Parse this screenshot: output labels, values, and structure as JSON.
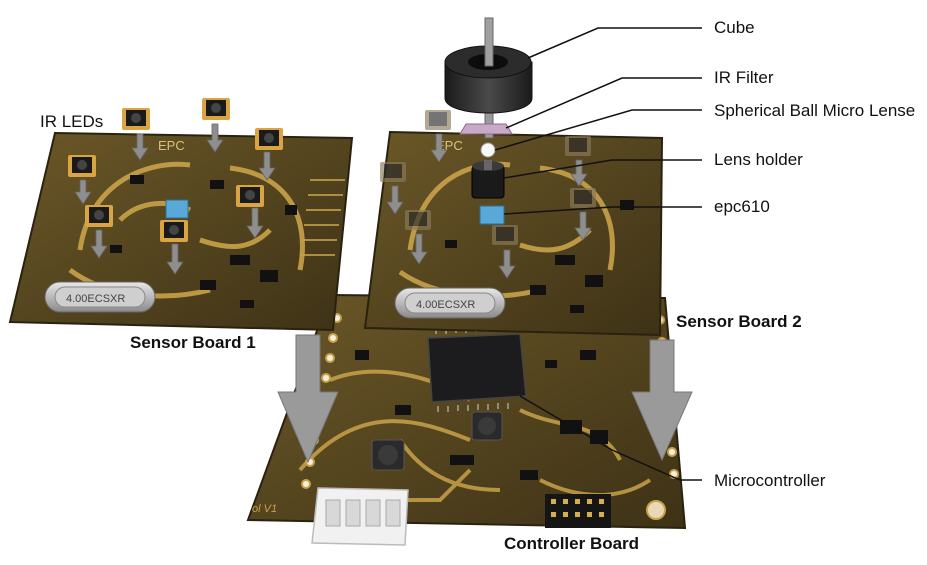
{
  "labels": {
    "ir_leds": "IR LEDs",
    "cube": "Cube",
    "ir_filter": "IR Filter",
    "ball_lens": "Spherical Ball Micro Lense",
    "lens_holder": "Lens holder",
    "epc610": "epc610",
    "microcontroller": "Microcontroller",
    "sensor_board_1": "Sensor Board 1",
    "sensor_board_2": "Sensor Board 2",
    "controller_board": "Controller Board"
  },
  "silkscreen": {
    "epc_mark": "EPC",
    "crystal": "4.00ECSXR",
    "board_rev": "ol V1"
  },
  "colors": {
    "pcb": "#5a4a22",
    "pcb_dark": "#3a2f14",
    "copper": "#c9a24a",
    "arrow": "#9a9a9a",
    "sensor_chip": "#5aa8d8"
  }
}
